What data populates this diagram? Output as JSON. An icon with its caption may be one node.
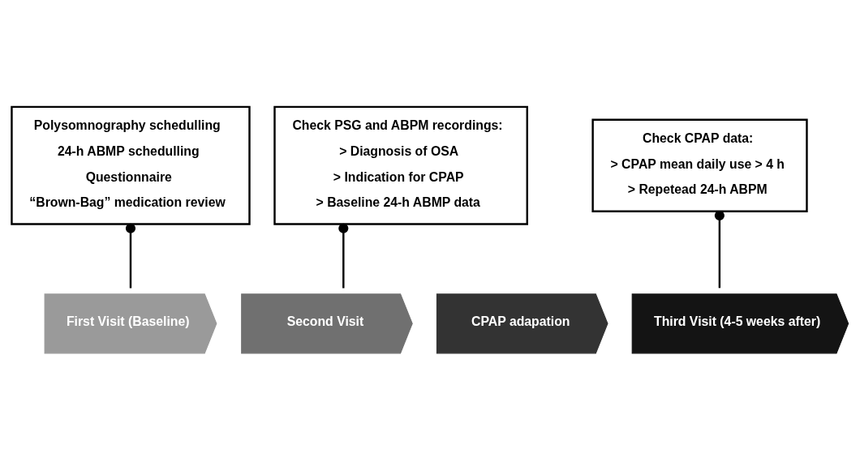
{
  "diagram": {
    "nodes": [
      {
        "text": [
          "Polysomnography schedulling",
          "24-h ABMP schedulling",
          "Questionnaire",
          "“Brown-Bag” medication review"
        ]
      },
      {
        "text": [
          "Check PSG and ABPM recordings:",
          "> Diagnosis of OSA",
          "> Indication for CPAP",
          "> Baseline 24-h ABMP data"
        ]
      },
      {
        "text": [
          "Check CPAP data:",
          "> CPAP mean daily use > 4 h",
          "> Repetead 24-h ABPM"
        ]
      },
      {
        "text": [
          "First Visit (Baseline)"
        ]
      },
      {
        "text": [
          "Second Visit"
        ]
      },
      {
        "text": [
          "CPAP adapation"
        ]
      },
      {
        "text": [
          "Third Visit (4-5 weeks after)"
        ]
      }
    ],
    "edges": [
      {
        "from": 0,
        "to": 3,
        "arrow": "other"
      },
      {
        "from": 1,
        "to": 4,
        "arrow": "other"
      },
      {
        "from": 2,
        "to": 6,
        "arrow": "other"
      }
    ]
  }
}
